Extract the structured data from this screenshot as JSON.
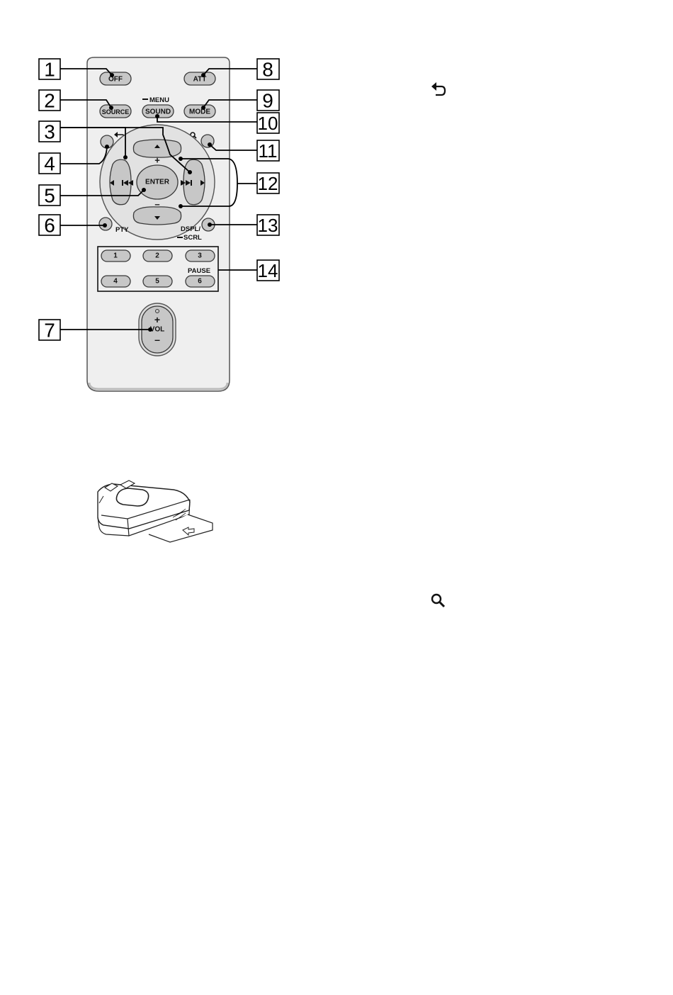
{
  "callouts": [
    "1",
    "2",
    "3",
    "4",
    "5",
    "6",
    "7",
    "8",
    "9",
    "10",
    "11",
    "12",
    "13",
    "14"
  ],
  "buttons": {
    "off": "OFF",
    "att": "ATT",
    "source": "SOURCE",
    "sound": "SOUND",
    "menu": "MENU",
    "mode": "MODE",
    "plus": "+",
    "minus": "–",
    "enter": "ENTER",
    "pty": "PTY",
    "dspl": "DSPL/",
    "scrl": "SCRL",
    "presets": [
      "1",
      "2",
      "3",
      "4",
      "5",
      "6"
    ],
    "pause": "PAUSE",
    "vol": "VOL",
    "vol_plus": "+",
    "vol_minus": "–"
  },
  "icons": {
    "back": "back-arrow-icon",
    "search": "search-icon",
    "prev": "prev-track-icon",
    "next": "next-track-icon"
  },
  "colors": {
    "body": "#efefef",
    "button": "#c7c7c7",
    "ring": "#e2e2e2",
    "outline": "#3a3a3a"
  }
}
